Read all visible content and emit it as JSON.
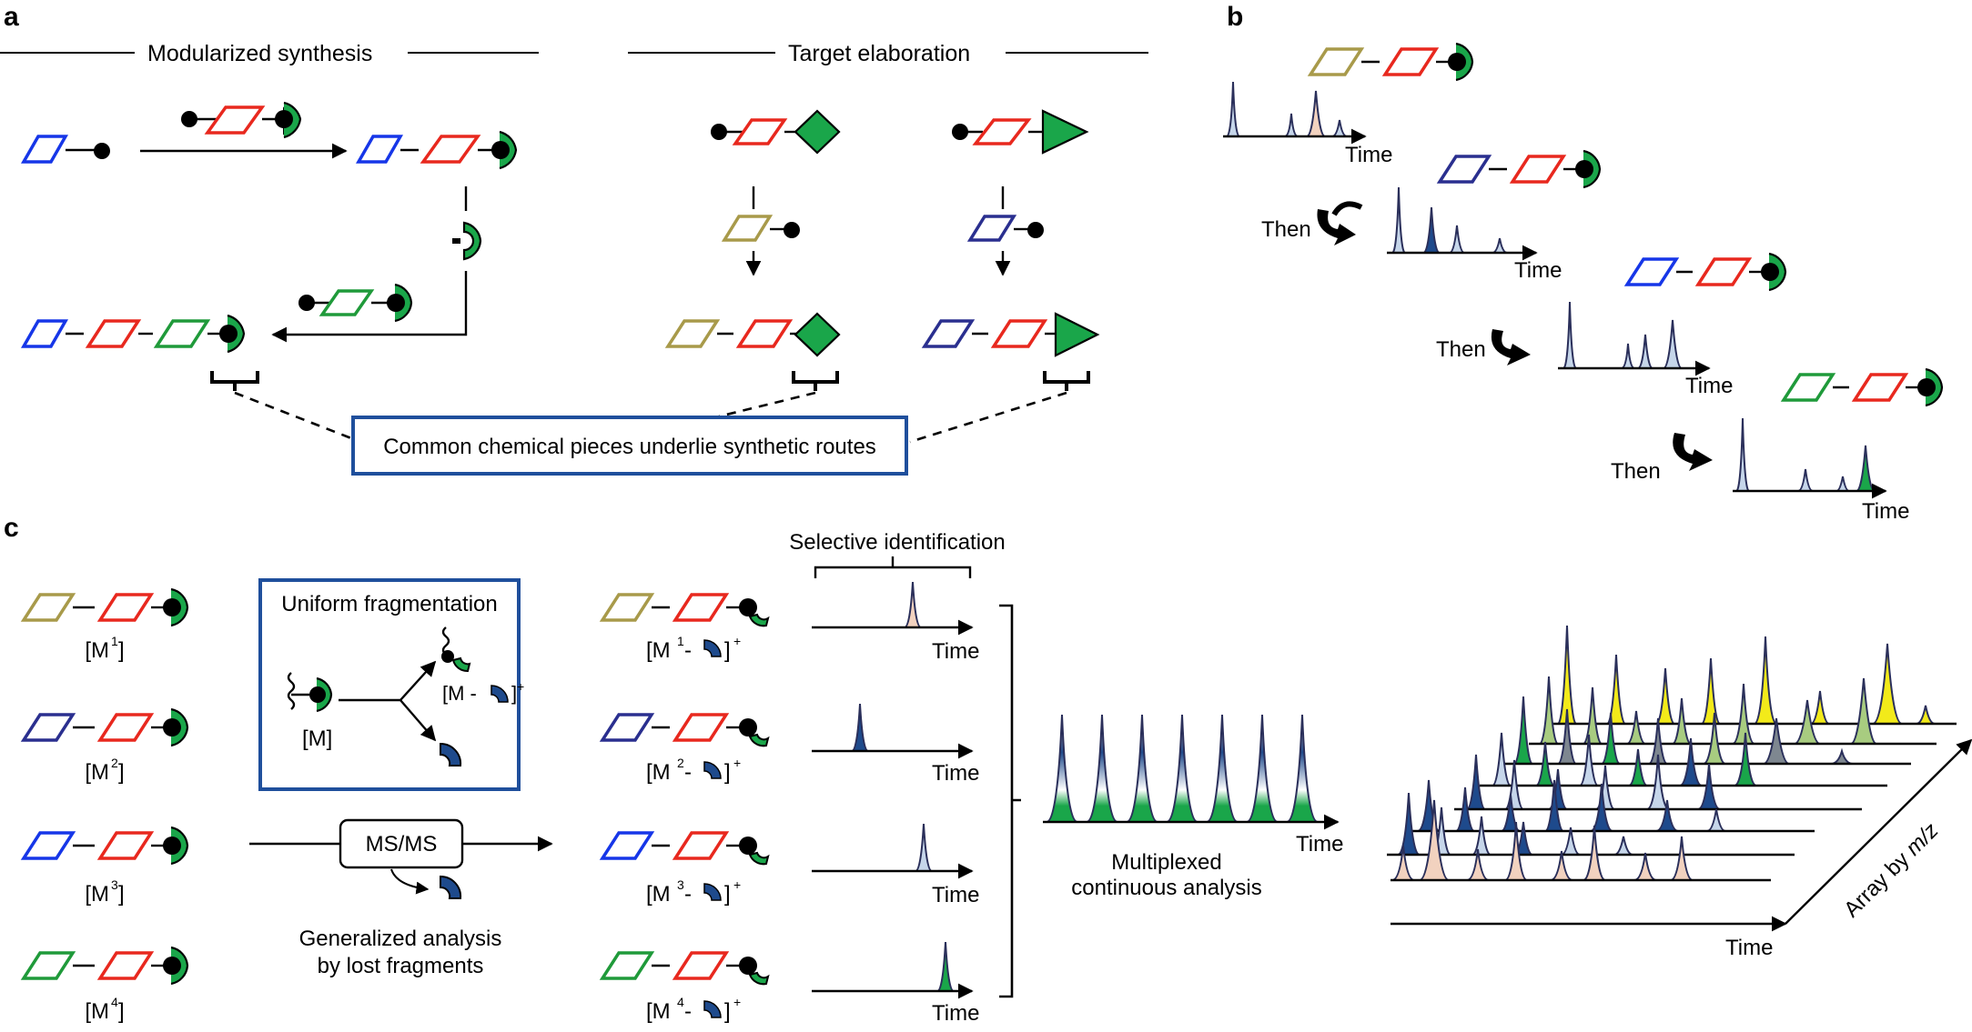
{
  "panels": {
    "a": "a",
    "b": "b",
    "c": "c"
  },
  "headers": {
    "modularized": "Modularized synthesis",
    "target": "Target elaboration"
  },
  "common_box": "Common chemical pieces underlie synthetic routes",
  "then": "Then",
  "time": "Time",
  "uniform_box": {
    "title": "Uniform fragmentation",
    "m": "[M]",
    "mfrag": "[M - ",
    "plus": "+"
  },
  "msms": "MS/MS",
  "generalized": {
    "line1": "Generalized analysis",
    "line2": "by lost fragments"
  },
  "selective": "Selective identification",
  "multiplexed": {
    "line1": "Multiplexed",
    "line2": "continuous analysis"
  },
  "array_axis": {
    "prefix": "Array by ",
    "italic": "m/z"
  },
  "species": [
    {
      "prefix": "[M",
      "sup": "1",
      "suffix": "]"
    },
    {
      "prefix": "[M",
      "sup": "2",
      "suffix": "]"
    },
    {
      "prefix": "[M",
      "sup": "3",
      "suffix": "]"
    },
    {
      "prefix": "[M",
      "sup": "4",
      "suffix": "]"
    }
  ],
  "fragments": [
    {
      "prefix": "[M",
      "sup": "1",
      "mid": " - ",
      "suffix": "]",
      "charge": "+"
    },
    {
      "prefix": "[M",
      "sup": "2",
      "mid": " - ",
      "suffix": "]",
      "charge": "+"
    },
    {
      "prefix": "[M",
      "sup": "3",
      "mid": " - ",
      "suffix": "]",
      "charge": "+"
    },
    {
      "prefix": "[M",
      "sup": "4",
      "mid": " - ",
      "suffix": "]",
      "charge": "+"
    }
  ],
  "colors": {
    "tan": "#a89a4a",
    "red": "#e8281e",
    "blue": "#1636e8",
    "navy": "#2a2f8f",
    "green": "#1f9a3a",
    "bright_green": "#1aa64a",
    "dark_blue": "#1e4a8c",
    "peach": "#f2d2bf",
    "light_blue": "#c6d6ea",
    "yellow": "#f2ea1a",
    "light_green": "#a8cc80",
    "gray": "#7e8790"
  }
}
